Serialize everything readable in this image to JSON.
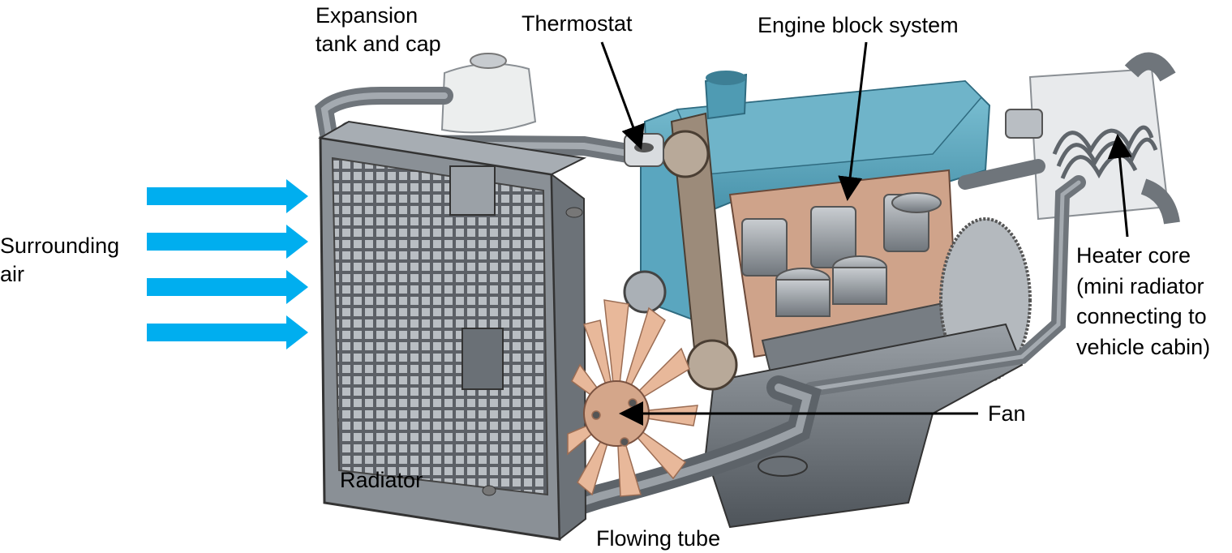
{
  "labels": {
    "expansion_tank": "Expansion\ntank and cap",
    "thermostat": "Thermostat",
    "engine_block": "Engine block system",
    "surrounding_air": "Surrounding\nair",
    "heater_core": "Heater core\n(mini radiator\nconnecting to\nvehicle cabin)",
    "fan": "Fan",
    "radiator": "Radiator",
    "flowing_tube": "Flowing tube"
  },
  "colors": {
    "air_arrow": "#00AEEF",
    "engine_block": "#5AA6BF",
    "metal": "#8E949A",
    "fan_blade": "#E8B89A"
  }
}
